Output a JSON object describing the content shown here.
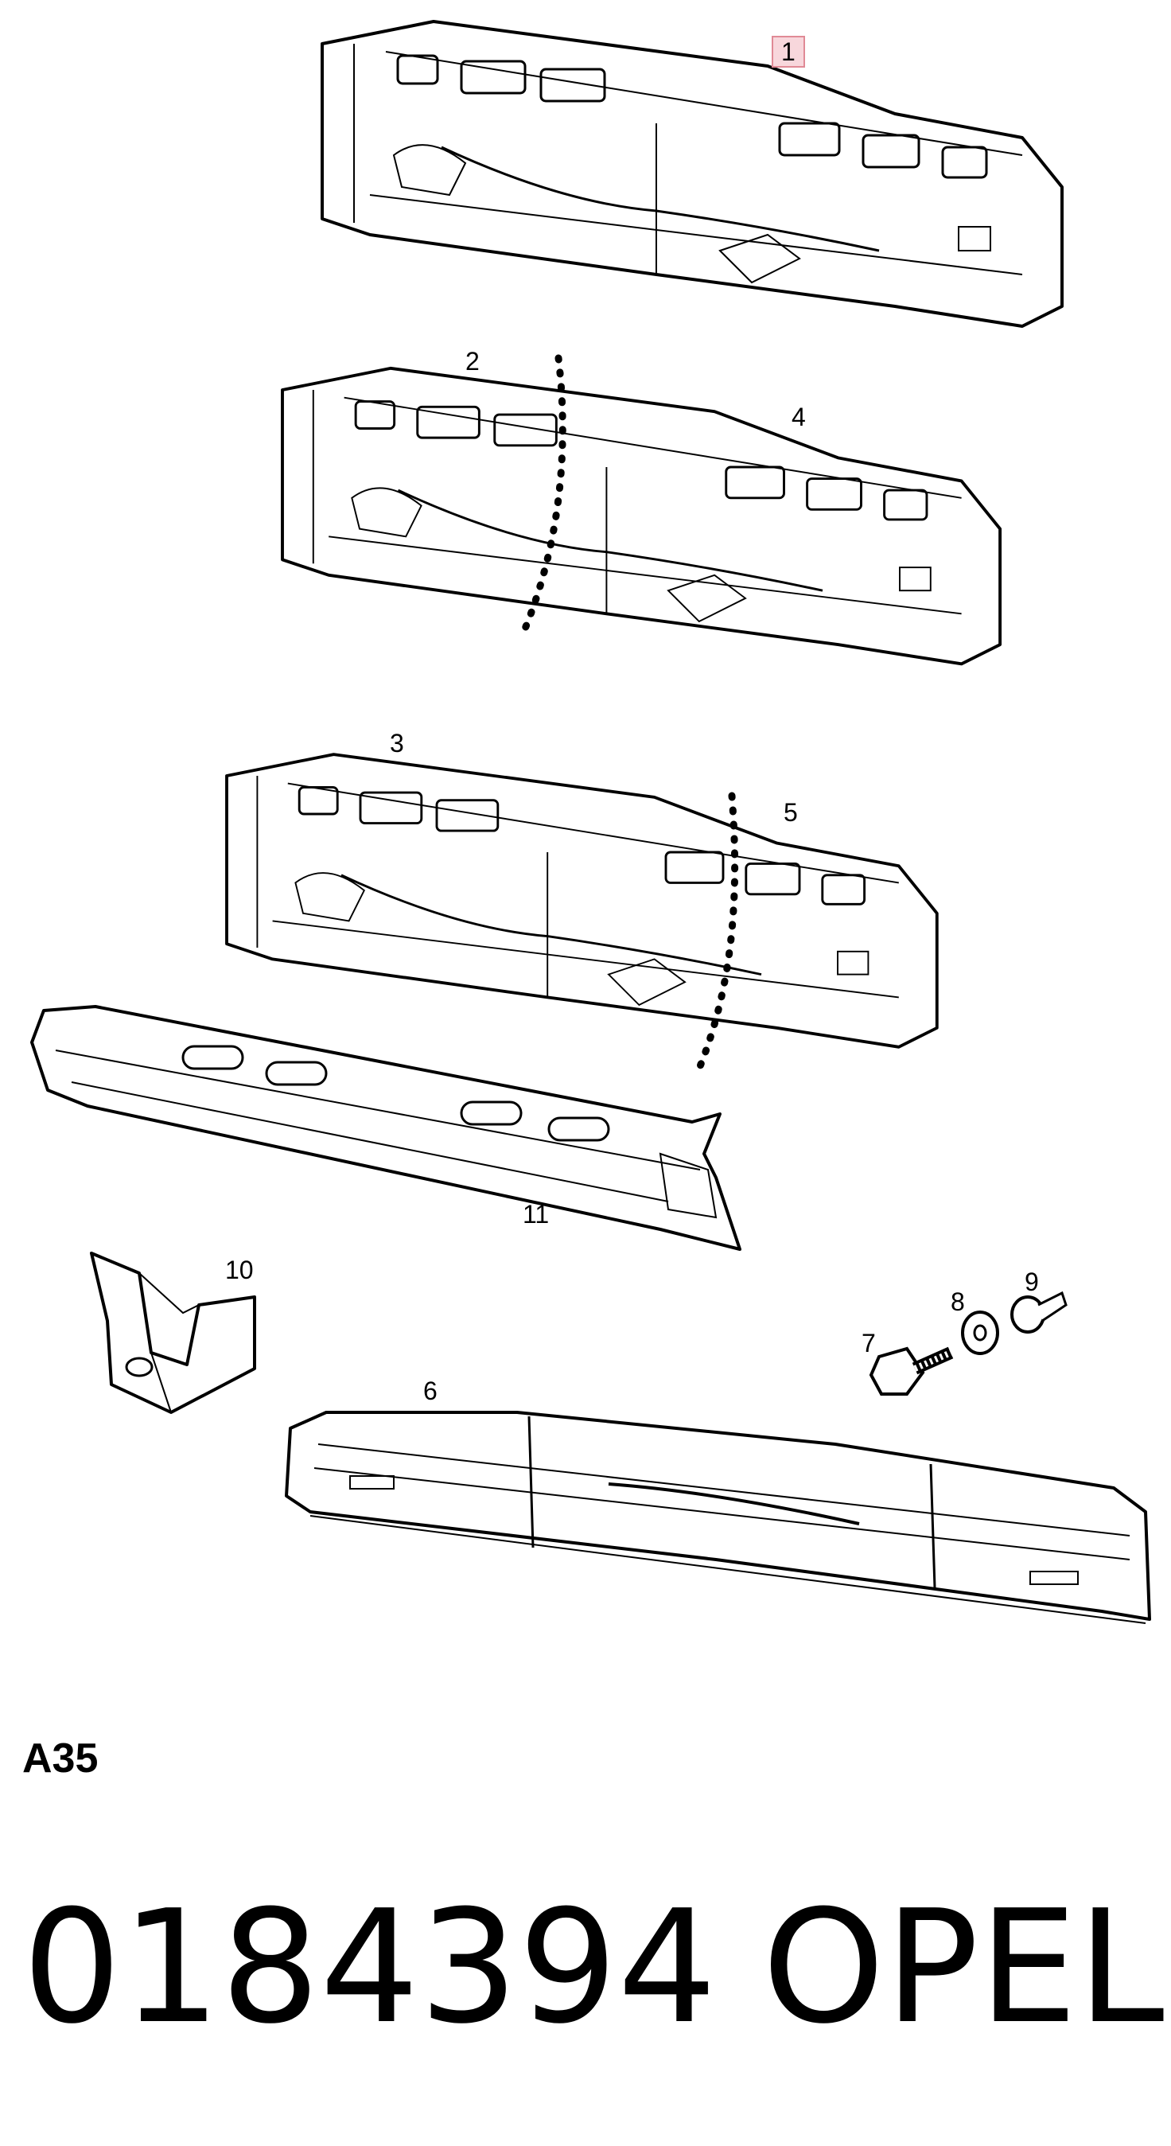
{
  "callouts": {
    "c1": "1",
    "c2": "2",
    "c3": "3",
    "c4": "4",
    "c5": "5",
    "c6": "6",
    "c7": "7",
    "c8": "8",
    "c9": "9",
    "c10": "10",
    "c11": "11"
  },
  "highlight_color": "#f8d7dc",
  "section_code": "A35",
  "part_number": "0184394",
  "brand": "OPEL"
}
